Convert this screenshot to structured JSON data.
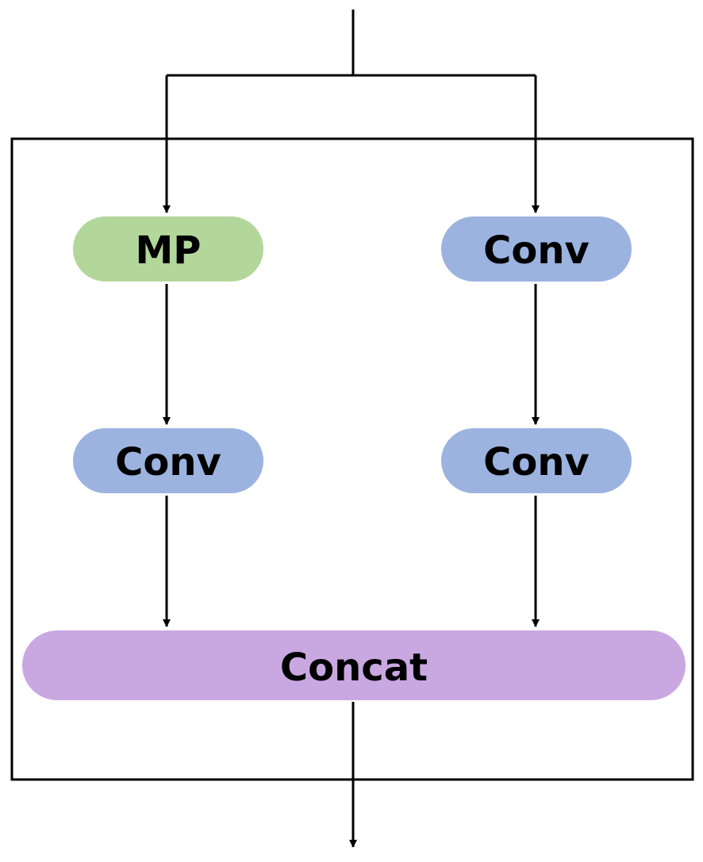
{
  "nodes": {
    "mp": {
      "label": "MP",
      "color": "#b3d69a"
    },
    "conv_left": {
      "label": "Conv",
      "color": "#9cb3e0"
    },
    "conv_right_top": {
      "label": "Conv",
      "color": "#9cb3e0"
    },
    "conv_right_bottom": {
      "label": "Conv",
      "color": "#9cb3e0"
    },
    "concat": {
      "label": "Concat",
      "color": "#c9a8e2"
    }
  },
  "line_color": "#000000"
}
